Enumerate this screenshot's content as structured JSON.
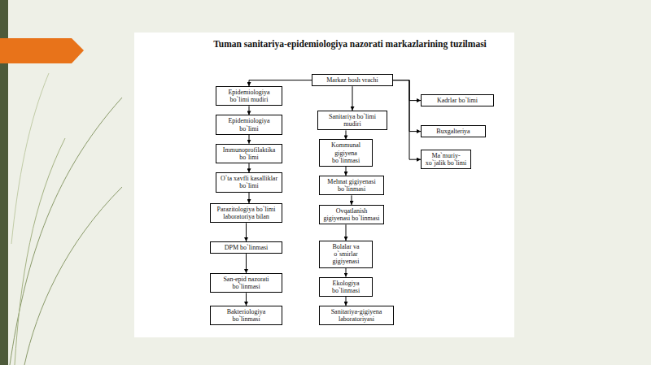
{
  "diagram": {
    "title": "Tuman sanitariya-epidemiologiya nazorati markazlarining tuzilmasi",
    "nodes": [
      {
        "text": [
          "Markaz bosh vrachi"
        ]
      },
      {
        "text": [
          "Epidemiologiya bo`limi mudiri"
        ]
      },
      {
        "text": [
          "Epidemiologiya bo`limi"
        ]
      },
      {
        "text": [
          "Immunoprofilaktika bo`limi"
        ]
      },
      {
        "text": [
          "O`ta xavfli kasalliklar bo`limi"
        ]
      },
      {
        "text": [
          "Parazitologiya bo`limi laboratoriya bilan"
        ]
      },
      {
        "text": [
          "DPM bo`linmasi"
        ]
      },
      {
        "text": [
          "San-epid nazorati bo`linmasi"
        ]
      },
      {
        "text": [
          "Bakteriologiya bo`linmasi"
        ]
      },
      {
        "text": [
          "Sanitariya bo`limi mudiri"
        ]
      },
      {
        "text": [
          "Kommunal gigiyena bo`linmasi"
        ]
      },
      {
        "text": [
          "Mehnat gigiyenasi bo`linmasi"
        ]
      },
      {
        "text": [
          "Ovqatlanish gigiyenasi bo`linmasi"
        ]
      },
      {
        "text": [
          "Bolalar va o`smirlar gigiyenasi"
        ]
      },
      {
        "text": [
          "Ekologiya bo`linmasi"
        ]
      },
      {
        "text": [
          "Sanitariya-gigiyena laboratoriyasi"
        ]
      },
      {
        "text": [
          "Kadrlar bo`limi"
        ]
      },
      {
        "text": [
          "Buxgalteriya"
        ]
      },
      {
        "text": [
          "Ma`muriy-xo`jalik bo`limi"
        ]
      }
    ],
    "edges": [
      {
        "from": 0,
        "to": 1,
        "arrow": "to"
      },
      {
        "from": 1,
        "to": 2,
        "arrow": "to"
      },
      {
        "from": 2,
        "to": 3,
        "arrow": "to"
      },
      {
        "from": 3,
        "to": 4,
        "arrow": "to"
      },
      {
        "from": 4,
        "to": 5,
        "arrow": "to"
      },
      {
        "from": 5,
        "to": 6,
        "arrow": "to"
      },
      {
        "from": 6,
        "to": 7,
        "arrow": "to"
      },
      {
        "from": 7,
        "to": 8,
        "arrow": "to"
      },
      {
        "from": 0,
        "to": 9,
        "arrow": "to"
      },
      {
        "from": 9,
        "to": 10,
        "arrow": "to"
      },
      {
        "from": 10,
        "to": 11,
        "arrow": "to"
      },
      {
        "from": 11,
        "to": 12,
        "arrow": "to"
      },
      {
        "from": 12,
        "to": 13,
        "arrow": "to"
      },
      {
        "from": 13,
        "to": 14,
        "arrow": "to"
      },
      {
        "from": 14,
        "to": 15,
        "arrow": "to"
      },
      {
        "from": 0,
        "to": 16,
        "arrow": "to"
      },
      {
        "from": 0,
        "to": 17,
        "arrow": "to"
      },
      {
        "from": 0,
        "to": 18,
        "arrow": "to"
      }
    ]
  }
}
